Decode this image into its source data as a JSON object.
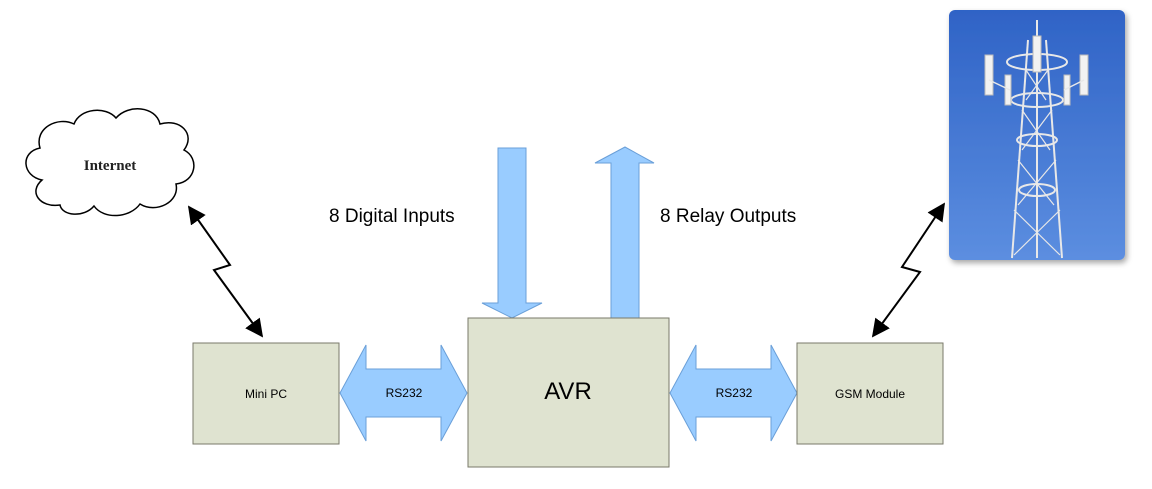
{
  "cloud": {
    "label": "Internet"
  },
  "inputs_label": "8 Digital Inputs",
  "outputs_label": "8 Relay Outputs",
  "boxes": {
    "mini_pc": "Mini PC",
    "avr": "AVR",
    "gsm": "GSM Module"
  },
  "links": {
    "left": "RS232",
    "right": "RS232"
  },
  "colors": {
    "box_fill": "#dfe3d0",
    "box_stroke": "#7a7a6a",
    "arrow_fill": "#99ccff",
    "arrow_stroke": "#6a9fd8",
    "sky": "#3a6fcf"
  },
  "icons": [
    "cloud-icon",
    "cell-tower-image"
  ]
}
